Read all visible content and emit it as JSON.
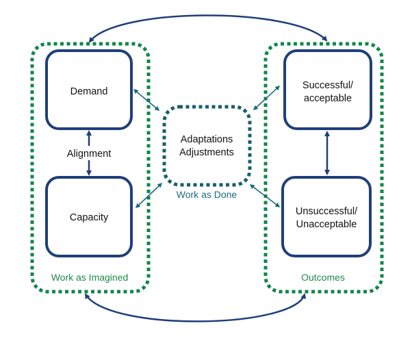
{
  "colors": {
    "box_border": "#1f3f7a",
    "group_green": "#10874a",
    "group_teal": "#1a5f70",
    "connector_teal": "#1a6b7c",
    "connector_navy": "#1f3f7a",
    "label_green": "#1e8a4c",
    "label_teal": "#1d6a7c"
  },
  "groups": {
    "work_as_imagined": {
      "label": "Work as Imagined"
    },
    "work_as_done": {
      "label": "Work as Done",
      "lines": [
        "Adaptations",
        "Adjustments"
      ]
    },
    "outcomes": {
      "label": "Outcomes"
    }
  },
  "boxes": {
    "demand": {
      "lines": [
        "Demand"
      ]
    },
    "capacity": {
      "lines": [
        "Capacity"
      ]
    },
    "successful": {
      "lines": [
        "Successful/",
        "acceptable"
      ]
    },
    "unsuccessful": {
      "lines": [
        "Unsuccessful/",
        "Unacceptable"
      ]
    }
  },
  "connectors": {
    "alignment": {
      "label": "Alignment"
    }
  }
}
